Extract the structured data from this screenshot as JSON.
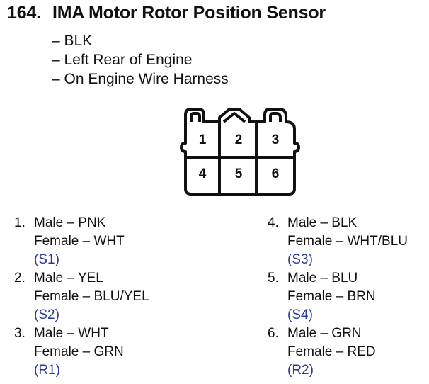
{
  "header": {
    "number": "164.",
    "title": "IMA Motor Rotor Position Sensor"
  },
  "properties": [
    "– BLK",
    "– Left Rear of Engine",
    "– On Engine Wire Harness"
  ],
  "connector": {
    "top_row": [
      "1",
      "2",
      "3"
    ],
    "bottom_row": [
      "4",
      "5",
      "6"
    ]
  },
  "pins": [
    {
      "num": "1.",
      "male": "Male – PNK",
      "female": "Female – WHT",
      "code": "(S1)"
    },
    {
      "num": "2.",
      "male": "Male – YEL",
      "female": "Female – BLU/YEL",
      "code": "(S2)"
    },
    {
      "num": "3.",
      "male": "Male – WHT",
      "female": "Female – GRN",
      "code": "(R1)"
    },
    {
      "num": "4.",
      "male": "Male – BLK",
      "female": "Female – WHT/BLU",
      "code": "(S3)"
    },
    {
      "num": "5.",
      "male": "Male – BLU",
      "female": "Female – BRN",
      "code": "(S4)"
    },
    {
      "num": "6.",
      "male": "Male – GRN",
      "female": "Female – RED",
      "code": "(R2)"
    }
  ]
}
